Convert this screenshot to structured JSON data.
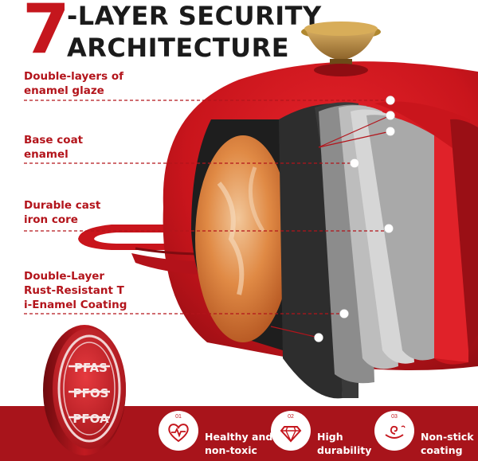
{
  "header": {
    "number": "7",
    "line1": "-LAYER SECURITY",
    "line2": "ARCHITECTURE"
  },
  "layer_labels": [
    {
      "text": "Double-layers of\nenamel glaze"
    },
    {
      "text": "Base coat\nenamel"
    },
    {
      "text": "Durable cast\niron core"
    },
    {
      "text": "Double-Layer\nRust-Resistant T\ni-Enamel Coating"
    }
  ],
  "certification_coin": {
    "items": [
      "PFAS",
      "PFOS",
      "PFOA"
    ]
  },
  "features": [
    {
      "number": "01",
      "icon": "heart-pulse-icon",
      "label": "Healthy and\nnon-toxic"
    },
    {
      "number": "02",
      "icon": "diamond-icon",
      "label": "High\ndurability"
    },
    {
      "number": "03",
      "icon": "non-stick-pan-icon",
      "label": "Non-stick\ncoating"
    }
  ],
  "colors": {
    "brand_red": "#c5161d",
    "band_red": "#a8141b",
    "dark_layer": "#3a3a3a",
    "gray_layer": "#8c8c8c",
    "light_layer": "#bdbdbd"
  }
}
